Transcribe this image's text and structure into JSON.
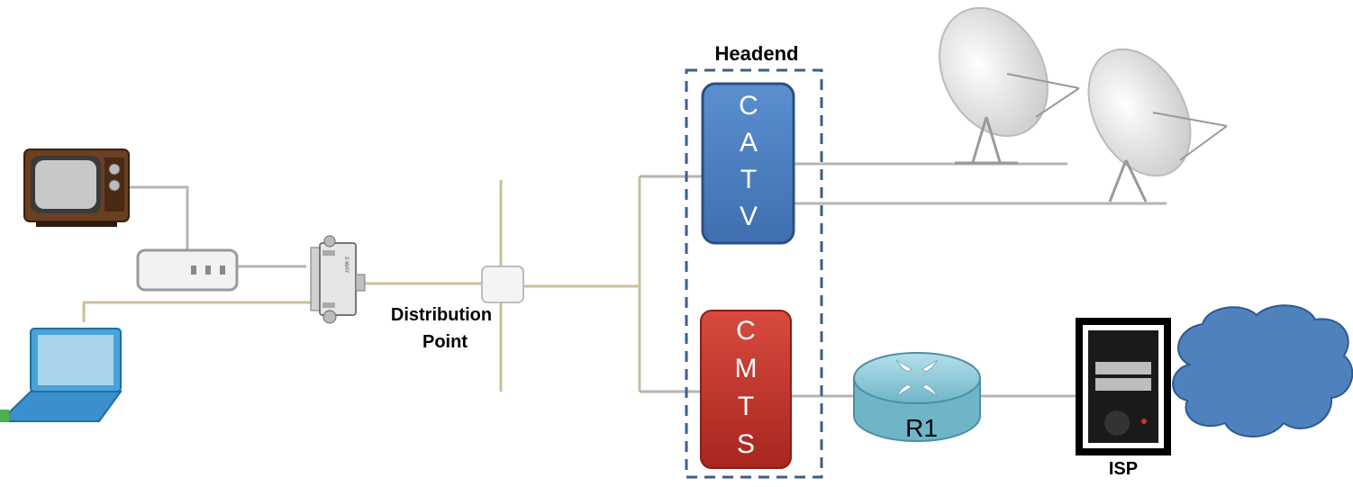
{
  "headend": {
    "label": "Headend"
  },
  "catv": {
    "letters": [
      "C",
      "A",
      "T",
      "V"
    ]
  },
  "cmts": {
    "letters": [
      "C",
      "M",
      "T",
      "S"
    ]
  },
  "distribution": {
    "line1": "Distribution",
    "line2": "Point"
  },
  "router": {
    "label": "R1"
  },
  "isp": {
    "label": "ISP"
  },
  "colors": {
    "catv_fill": "#4f81bd",
    "cmts_fill": "#c0392b",
    "cloud_fill": "#4f81bd",
    "router_fill": "#8ec9d6",
    "coax": "#c9c09a",
    "cable": "#b5b5b5"
  }
}
